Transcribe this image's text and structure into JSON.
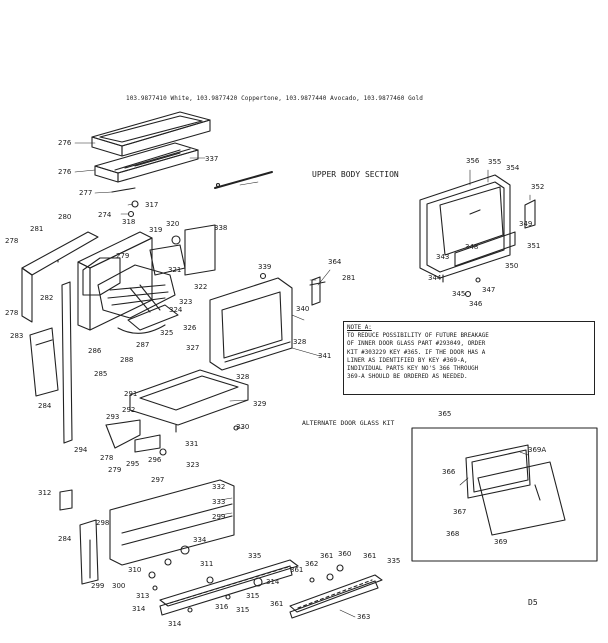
{
  "header": {
    "models_line": "103.9877410 White, 103.9877420 Coppertone, 103.9877440 Avocado, 103.9877460 Gold"
  },
  "section_title": "UPPER BODY SECTION",
  "note": {
    "title": "NOTE A:",
    "lines": [
      "TO REDUCE POSSIBILITY OF FUTURE BREAKAGE",
      "OF INNER DOOR GLASS PART #293049, ORDER",
      "KIT #303229 KEY #365. IF THE DOOR HAS A",
      "LINER AS IDENTIFIED BY KEY #369-A,",
      "INDIVIDUAL PARTS KEY NO'S 366 THROUGH",
      "369-A SHOULD BE ORDERED AS NEEDED."
    ]
  },
  "alt_kit_label": "ALTERNATE DOOR GLASS KIT",
  "page_number": "D5",
  "part_numbers": [
    "276",
    "276",
    "337",
    "277",
    "317",
    "274",
    "318",
    "319",
    "320",
    "338",
    "280",
    "281",
    "278",
    "279",
    "321",
    "322",
    "324",
    "323",
    "326",
    "339",
    "364",
    "281",
    "282",
    "278",
    "283",
    "286",
    "287",
    "288",
    "325",
    "340",
    "327",
    "328",
    "341",
    "285",
    "284",
    "291",
    "292",
    "293",
    "328",
    "329",
    "330",
    "294",
    "278",
    "295",
    "296",
    "331",
    "279",
    "297",
    "323",
    "356",
    "355",
    "354",
    "352",
    "349",
    "343",
    "348",
    "351",
    "350",
    "344",
    "345",
    "347",
    "346",
    "365",
    "369A",
    "366",
    "367",
    "368",
    "369",
    "312",
    "332",
    "333",
    "299",
    "298",
    "284",
    "334",
    "335",
    "299",
    "300",
    "310",
    "311",
    "313",
    "314",
    "315",
    "316",
    "315",
    "314",
    "314",
    "361",
    "362",
    "361",
    "360",
    "361",
    "335",
    "361",
    "363"
  ]
}
